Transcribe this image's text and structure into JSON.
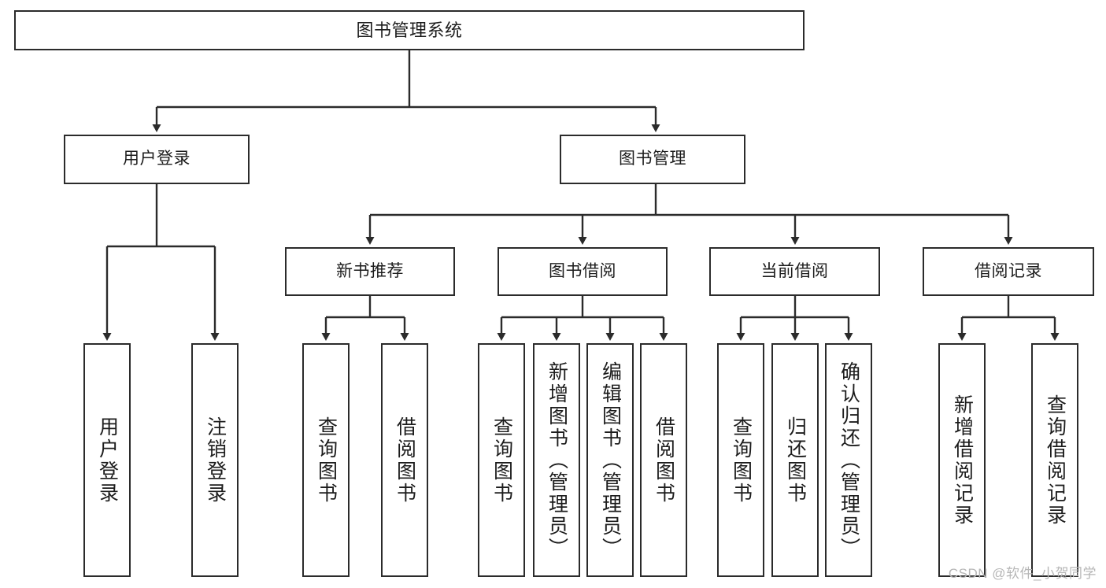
{
  "diagram": {
    "title": "图书管理系统",
    "type": "tree",
    "background": "#ffffff",
    "line_color": "#2b2b2b",
    "text_color": "#1c1c1c",
    "nodes": {
      "root": {
        "label": "图书管理系统"
      },
      "level2": [
        {
          "label": "用户登录"
        },
        {
          "label": "图书管理"
        }
      ],
      "level3": [
        {
          "label": "新书推荐"
        },
        {
          "label": "图书借阅"
        },
        {
          "label": "当前借阅"
        },
        {
          "label": "借阅记录"
        }
      ],
      "leaves_user_login": [
        {
          "label": "用户登录"
        },
        {
          "label": "注销登录"
        }
      ],
      "leaves_new_book": [
        {
          "label": "查询图书"
        },
        {
          "label": "借阅图书"
        }
      ],
      "leaves_borrow": [
        {
          "label": "查询图书"
        },
        {
          "label": "新增图书（管理员）"
        },
        {
          "label": "编辑图书（管理员）"
        },
        {
          "label": "借阅图书"
        }
      ],
      "leaves_current": [
        {
          "label": "查询图书"
        },
        {
          "label": "归还图书"
        },
        {
          "label": "确认归还（管理员）"
        }
      ],
      "leaves_records": [
        {
          "label": "新增借阅记录"
        },
        {
          "label": "查询借阅记录"
        }
      ]
    },
    "watermark": "CSDN @软件_小贺同学"
  }
}
